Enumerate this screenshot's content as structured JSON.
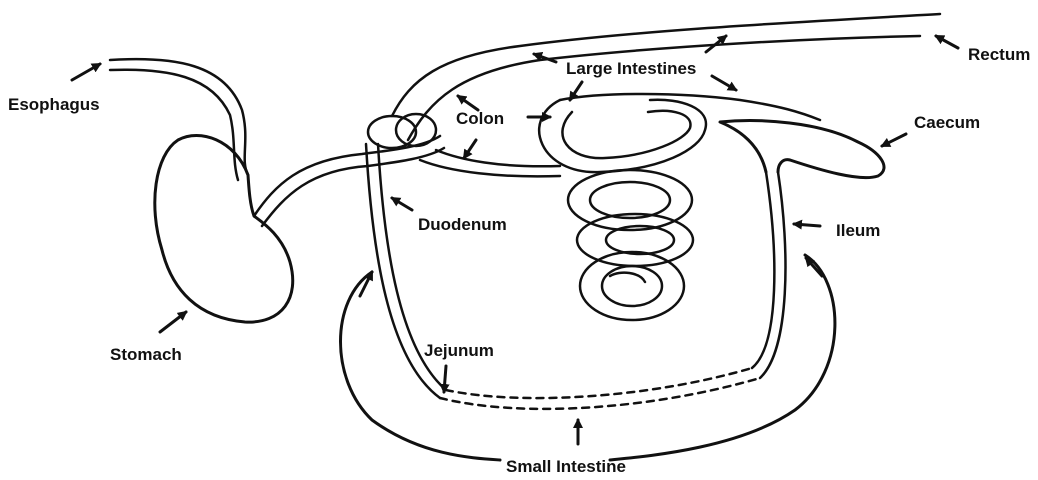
{
  "labels": {
    "esophagus": "Esophagus",
    "stomach": "Stomach",
    "duodenum": "Duodenum",
    "colon": "Colon",
    "large_intestines": "Large Intestines",
    "rectum": "Rectum",
    "caecum": "Caecum",
    "ileum": "Ileum",
    "jejunum": "Jejunum",
    "small_intestine": "Small Intestine"
  },
  "colors": {
    "line": "#111111",
    "background": "#ffffff"
  }
}
